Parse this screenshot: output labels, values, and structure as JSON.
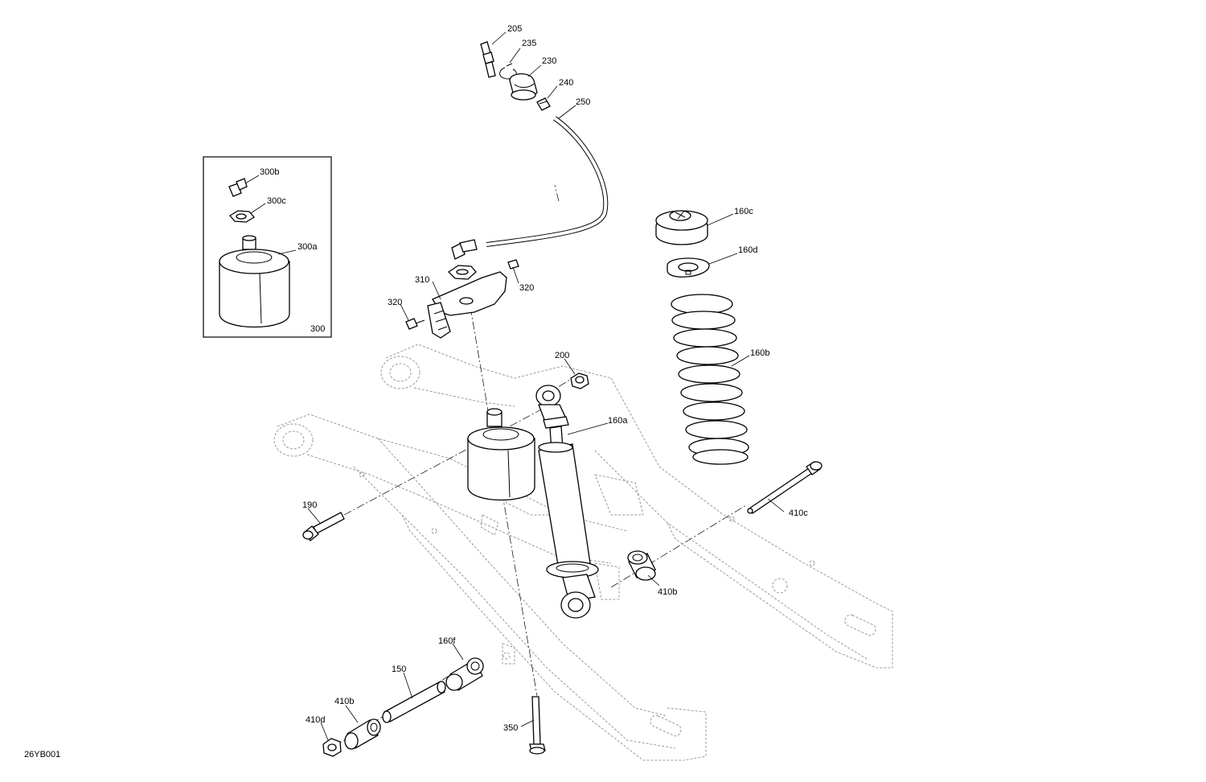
{
  "drawing_code": "26YB001",
  "callouts": {
    "p205": "205",
    "p235": "235",
    "p230": "230",
    "p240": "240",
    "p250": "250",
    "p300b": "300b",
    "p300c": "300c",
    "p300a": "300a",
    "p300": "300",
    "p160c": "160c",
    "p160d": "160d",
    "p160b": "160b",
    "p310": "310",
    "p320a": "320",
    "p320b": "320",
    "p200": "200",
    "p160a": "160a",
    "p190": "190",
    "p410c": "410c",
    "p410b_right": "410b",
    "p160f": "160f",
    "p150": "150",
    "p410b_left": "410b",
    "p410d": "410d",
    "p350": "350"
  }
}
